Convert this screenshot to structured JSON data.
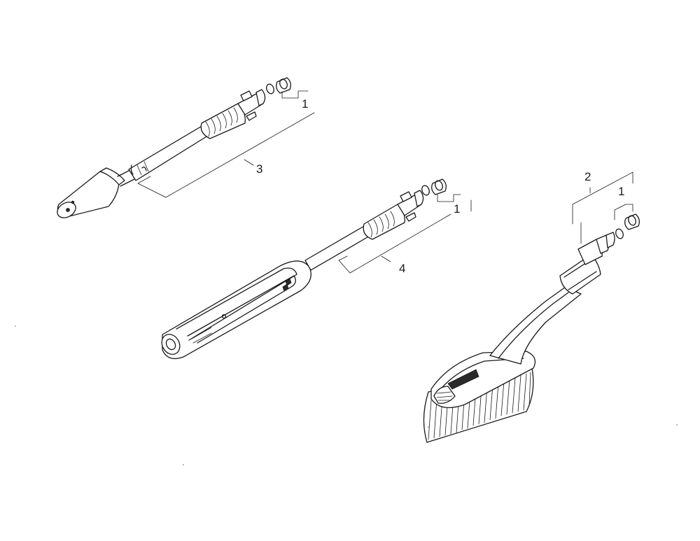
{
  "callouts": {
    "lance_nozzle_label": "3",
    "lance_nozzle_fitting_label": "1",
    "spray_lance_label": "4",
    "spray_lance_fitting_label": "1",
    "wash_brush_label": "2",
    "wash_brush_fitting_label": "1"
  },
  "colors": {
    "line": "#1a1a1a",
    "background": "#ffffff"
  }
}
